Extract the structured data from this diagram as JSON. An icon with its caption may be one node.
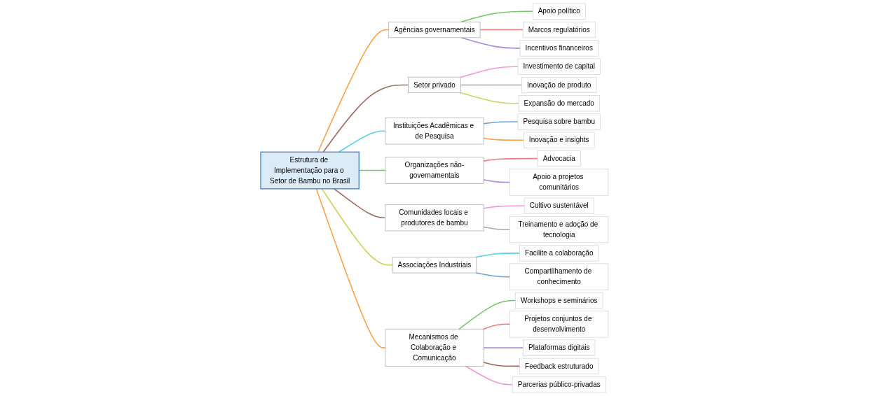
{
  "diagram": {
    "nodes": [
      {
        "text": [
          "Estrutura de Implementação para o Setor de Bambu no Brasil"
        ]
      },
      {
        "text": [
          "Agências governamentais"
        ]
      },
      {
        "text": [
          "Apoio político"
        ]
      },
      {
        "text": [
          "Marcos regulatórios"
        ]
      },
      {
        "text": [
          "Incentivos financeiros"
        ]
      },
      {
        "text": [
          "Setor privado"
        ]
      },
      {
        "text": [
          "Investimento de capital"
        ]
      },
      {
        "text": [
          "Inovação de produto"
        ]
      },
      {
        "text": [
          "Expansão do mercado"
        ]
      },
      {
        "text": [
          "Instituições Acadêmicas e de Pesquisa"
        ]
      },
      {
        "text": [
          "Pesquisa sobre bambu"
        ]
      },
      {
        "text": [
          "Inovação e insights"
        ]
      },
      {
        "text": [
          "Organizações não-governamentais"
        ]
      },
      {
        "text": [
          "Advocacia"
        ]
      },
      {
        "text": [
          "Apoio a projetos comunitários"
        ]
      },
      {
        "text": [
          "Comunidades locais e produtores de bambu"
        ]
      },
      {
        "text": [
          "Cultivo sustentável"
        ]
      },
      {
        "text": [
          "Treinamento e adoção de tecnologia"
        ]
      },
      {
        "text": [
          "Associações Industriais"
        ]
      },
      {
        "text": [
          "Facilite a colaboração"
        ]
      },
      {
        "text": [
          "Compartilhamento de conhecimento"
        ]
      },
      {
        "text": [
          "Mecanismos de Colaboração e Comunicação"
        ]
      },
      {
        "text": [
          "Workshops e seminários"
        ]
      },
      {
        "text": [
          "Projetos conjuntos de desenvolvimento"
        ]
      },
      {
        "text": [
          "Plataformas digitais"
        ]
      },
      {
        "text": [
          "Feedback estruturado"
        ]
      },
      {
        "text": [
          "Parcerias público-privadas"
        ]
      }
    ],
    "edges": [
      {
        "from": 0,
        "to": 1,
        "arrow": "none",
        "color": "#f9a04a"
      },
      {
        "from": 1,
        "to": 2,
        "arrow": "none",
        "color": "#77c46b"
      },
      {
        "from": 1,
        "to": 3,
        "arrow": "none",
        "color": "#e97b7b"
      },
      {
        "from": 1,
        "to": 4,
        "arrow": "none",
        "color": "#a98bd6"
      },
      {
        "from": 0,
        "to": 5,
        "arrow": "none",
        "color": "#9b6b5f"
      },
      {
        "from": 5,
        "to": 6,
        "arrow": "none",
        "color": "#ec9ad9"
      },
      {
        "from": 5,
        "to": 7,
        "arrow": "none",
        "color": "#a6a6a6"
      },
      {
        "from": 5,
        "to": 8,
        "arrow": "none",
        "color": "#cfcf5f"
      },
      {
        "from": 0,
        "to": 9,
        "arrow": "none",
        "color": "#5bd0e0"
      },
      {
        "from": 9,
        "to": 10,
        "arrow": "none",
        "color": "#6fa3d6"
      },
      {
        "from": 9,
        "to": 11,
        "arrow": "none",
        "color": "#f9a04a"
      },
      {
        "from": 0,
        "to": 12,
        "arrow": "none",
        "color": "#77c46b"
      },
      {
        "from": 12,
        "to": 13,
        "arrow": "none",
        "color": "#e97b7b"
      },
      {
        "from": 12,
        "to": 14,
        "arrow": "none",
        "color": "#a98bd6"
      },
      {
        "from": 0,
        "to": 15,
        "arrow": "none",
        "color": "#9b6b5f"
      },
      {
        "from": 15,
        "to": 16,
        "arrow": "none",
        "color": "#ec9ad9"
      },
      {
        "from": 15,
        "to": 17,
        "arrow": "none",
        "color": "#a6a6a6"
      },
      {
        "from": 0,
        "to": 18,
        "arrow": "none",
        "color": "#cfcf5f"
      },
      {
        "from": 18,
        "to": 19,
        "arrow": "none",
        "color": "#5bd0e0"
      },
      {
        "from": 18,
        "to": 20,
        "arrow": "none",
        "color": "#6fa3d6"
      },
      {
        "from": 0,
        "to": 21,
        "arrow": "none",
        "color": "#f9a04a"
      },
      {
        "from": 21,
        "to": 22,
        "arrow": "none",
        "color": "#77c46b"
      },
      {
        "from": 21,
        "to": 23,
        "arrow": "none",
        "color": "#e97b7b"
      },
      {
        "from": 21,
        "to": 24,
        "arrow": "none",
        "color": "#a98bd6"
      },
      {
        "from": 21,
        "to": 25,
        "arrow": "none",
        "color": "#9b6b5f"
      },
      {
        "from": 21,
        "to": 26,
        "arrow": "none",
        "color": "#ec9ad9"
      }
    ]
  }
}
